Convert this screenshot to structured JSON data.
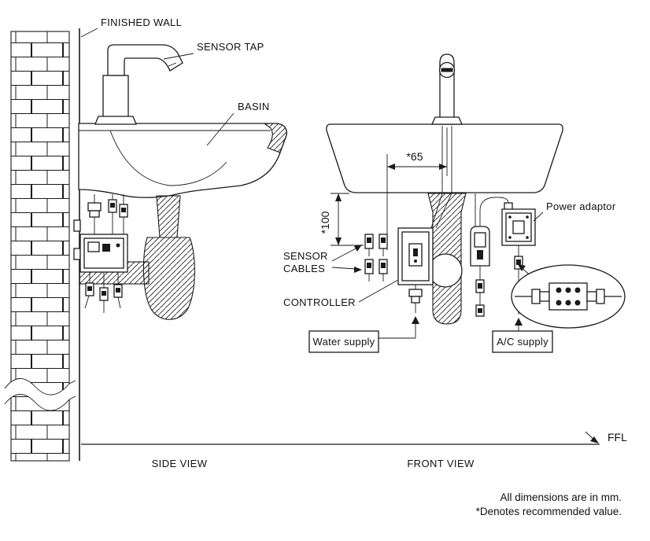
{
  "diagram": {
    "labels": {
      "finished_wall": "FINISHED WALL",
      "sensor_tap": "SENSOR TAP",
      "basin": "BASIN",
      "power_adaptor": "Power adaptor",
      "sensor_cables_line1": "SENSOR",
      "sensor_cables_line2": "CABLES",
      "controller": "CONTROLLER",
      "water_supply": "Water supply",
      "ac_supply": "A/C supply",
      "ffl": "FFL"
    },
    "dimensions": {
      "tap_offset": "*65",
      "basin_to_controller": "*100"
    },
    "captions": {
      "side_view": "SIDE VIEW",
      "front_view": "FRONT VIEW"
    },
    "notes": {
      "line1": "All dimensions are in mm.",
      "line2": "*Denotes recommended value."
    },
    "colors": {
      "line": "#1a1a1a",
      "background": "#ffffff"
    }
  }
}
